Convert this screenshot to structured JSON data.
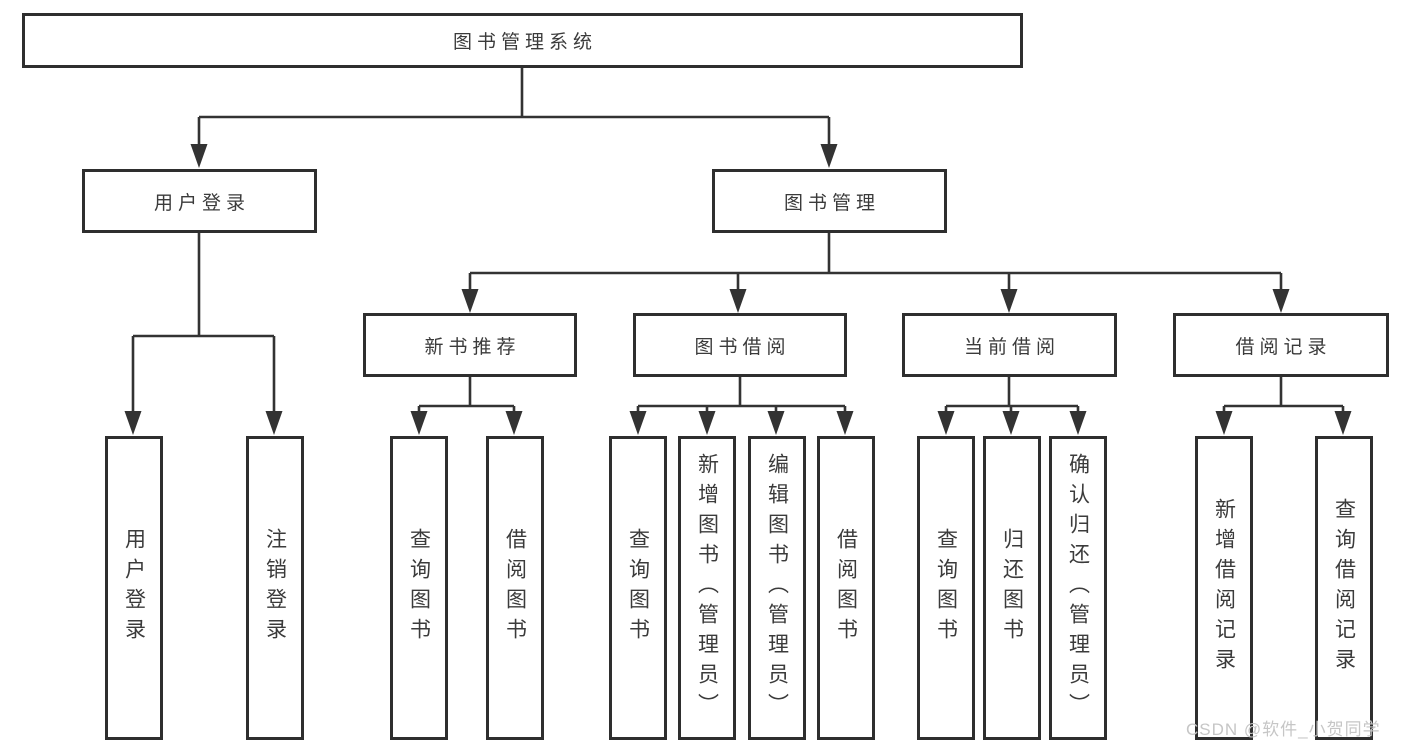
{
  "diagram": {
    "type": "hierarchy-tree",
    "colors": {
      "background": "#ffffff",
      "box_border": "#2e2e2e",
      "connector_line": "#333333",
      "text": "#3b3b3b",
      "watermark_text": "#c6c6c6"
    },
    "tree": {
      "label": "图书管理系统",
      "children": [
        {
          "label": "用户登录",
          "children": [
            {
              "label": "用户登录"
            },
            {
              "label": "注销登录"
            }
          ]
        },
        {
          "label": "图书管理",
          "children": [
            {
              "label": "新书推荐",
              "children": [
                {
                  "label": "查询图书"
                },
                {
                  "label": "借阅图书"
                }
              ]
            },
            {
              "label": "图书借阅",
              "children": [
                {
                  "label": "查询图书"
                },
                {
                  "label": "新增图书（管理员）"
                },
                {
                  "label": "编辑图书（管理员）"
                },
                {
                  "label": "借阅图书"
                }
              ]
            },
            {
              "label": "当前借阅",
              "children": [
                {
                  "label": "查询图书"
                },
                {
                  "label": "归还图书"
                },
                {
                  "label": "确认归还（管理员）"
                }
              ]
            },
            {
              "label": "借阅记录",
              "children": [
                {
                  "label": "新增借阅记录"
                },
                {
                  "label": "查询借阅记录"
                }
              ]
            }
          ]
        }
      ]
    }
  },
  "watermark": {
    "text": "CSDN @软件_小贺同学"
  }
}
